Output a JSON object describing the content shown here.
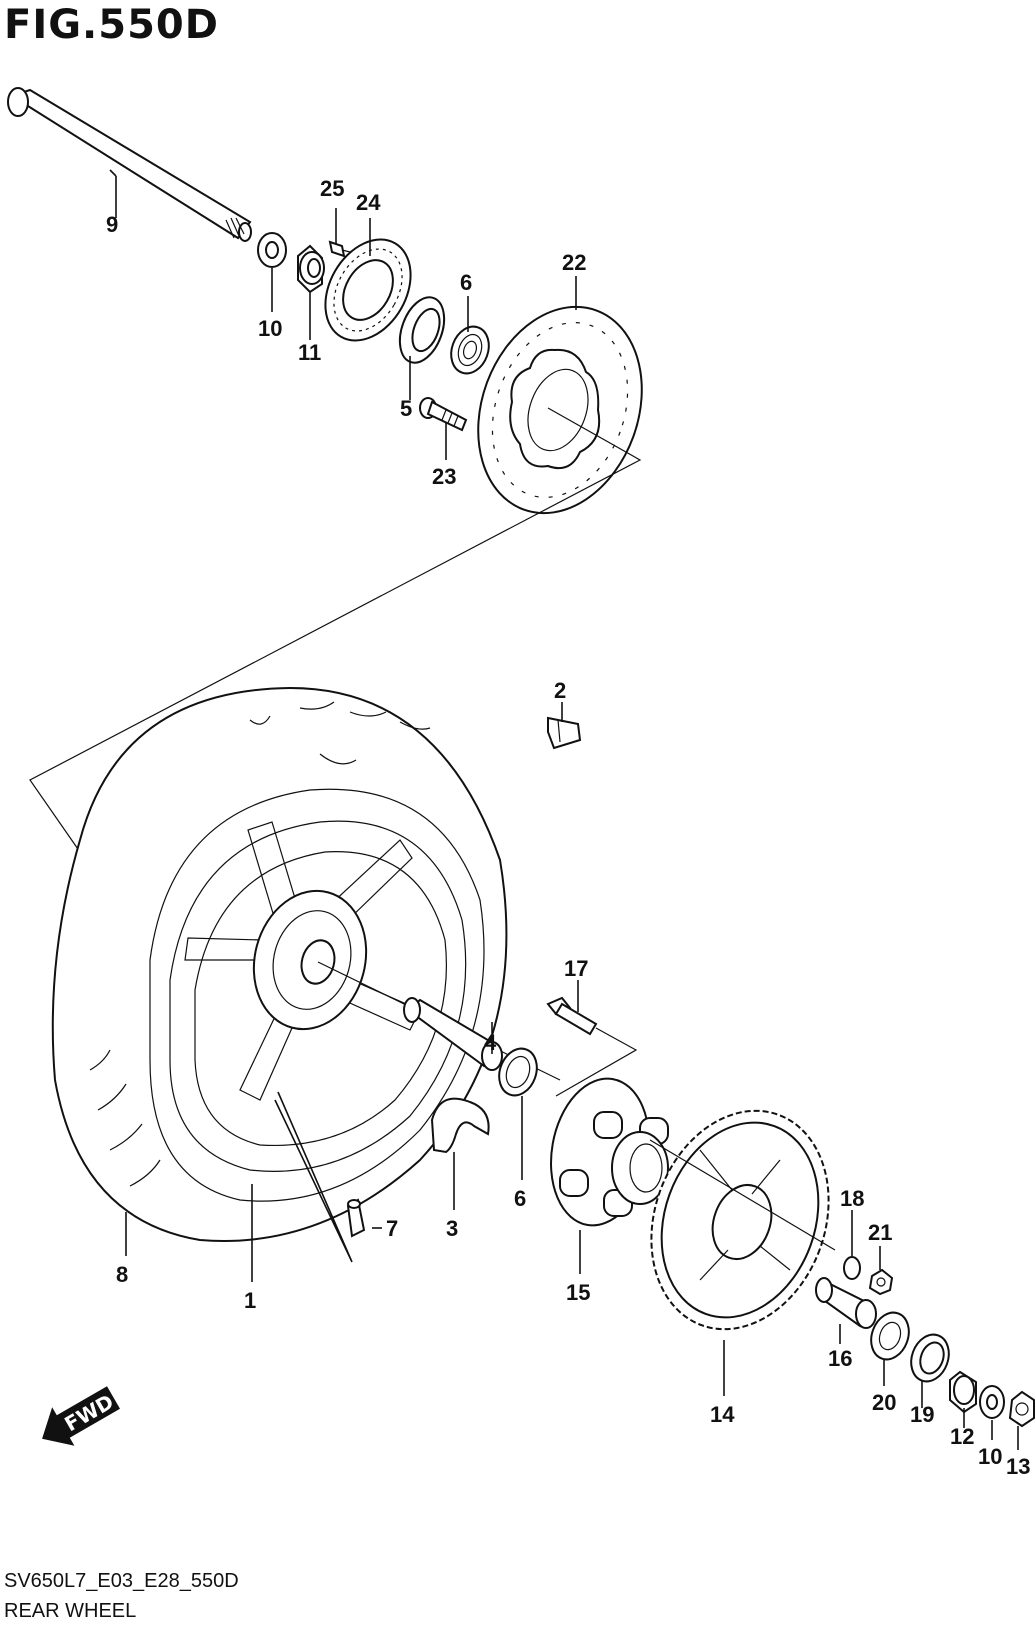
{
  "figure": {
    "title": "FIG.550D",
    "code": "SV650L7_E03_E28_550D",
    "name": "REAR WHEEL"
  },
  "fwd_label": "FWD",
  "callouts": [
    "1",
    "2",
    "3",
    "4",
    "5",
    "6",
    "6",
    "7",
    "8",
    "9",
    "10",
    "10",
    "11",
    "12",
    "13",
    "14",
    "15",
    "16",
    "17",
    "18",
    "19",
    "20",
    "21",
    "22",
    "23",
    "24",
    "25"
  ]
}
